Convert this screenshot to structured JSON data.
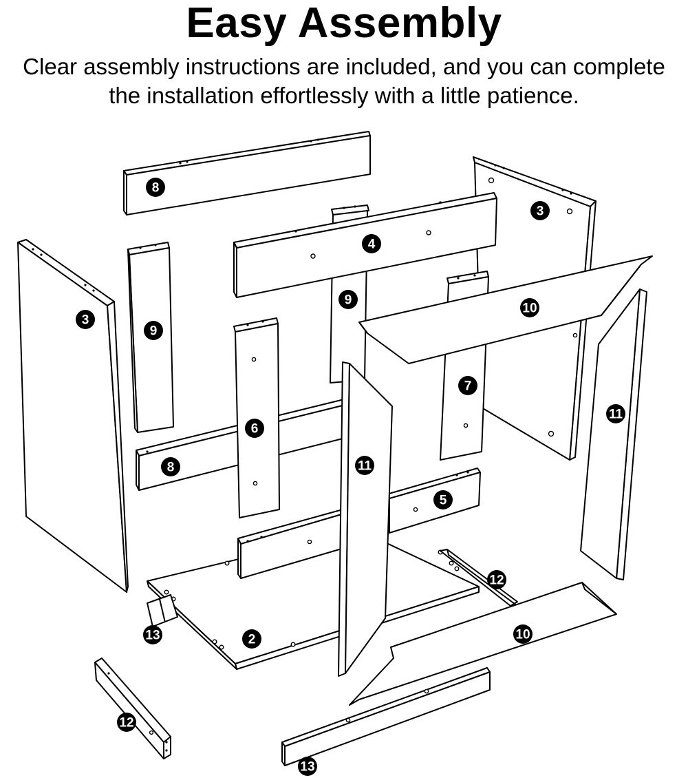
{
  "header": {
    "title": "Easy Assembly",
    "subtitle_line1": "Clear assembly instructions are included, and you can complete",
    "subtitle_line2": "the installation effortlessly with a little patience."
  },
  "part_labels": {
    "top_back_rail": "8",
    "lower_back_rail": "8",
    "left_side_panel": "3",
    "right_side_panel": "3",
    "back_top_rail": "4",
    "left_upright": "9",
    "center_upright": "9",
    "center_divider": "6",
    "right_divider": "7",
    "bottom_shelf": "2",
    "front_lower_rail": "5",
    "top_frame": "10",
    "bottom_frame": "10",
    "left_leg_panel": "11",
    "right_leg_panel": "11",
    "left_foot_bar": "12",
    "right_foot_bar": "12",
    "front_foot_bar": "13",
    "back_foot_bar": "13"
  }
}
